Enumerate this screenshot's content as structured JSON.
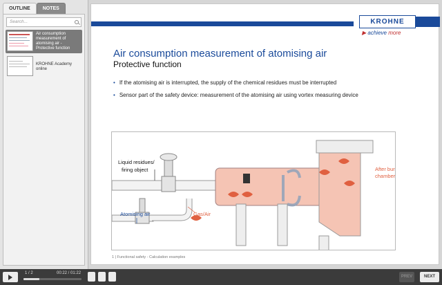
{
  "sidebar": {
    "tabs": [
      {
        "label": "OUTLINE"
      },
      {
        "label": "NOTES"
      }
    ],
    "search_placeholder": "Search...",
    "items": [
      {
        "label": "Air consumption measurement of atomising air - Protective function"
      },
      {
        "label": "KROHNE Academy online"
      }
    ]
  },
  "slide": {
    "logo": "KROHNE",
    "tagline_prefix": "achieve",
    "tagline_suffix": "more",
    "title": "Air consumption measurement of atomising air",
    "subtitle": "Protective function",
    "bullets": [
      "If the atomising air is interrupted, the supply of the chemical residues must be interrupted",
      "Sensor part of the safety device: measurement of the atomising air using vortex measuring device"
    ],
    "diagram": {
      "labels": {
        "liquid_residues": "Liquid residues/",
        "firing_object": "firing object",
        "atomising_air": "Atomising air",
        "gas_air": "Gas/Air",
        "after_burning_1": "After burning",
        "after_burning_2": "chamber"
      },
      "colors": {
        "process": "#e06040",
        "air": "#1a4a9a",
        "chamber": "#f5c4b4"
      }
    },
    "footer": "1  |  Functional safety - Calculation examples"
  },
  "player": {
    "slide_count": "1 / 2",
    "time": "00:22 / 01:22",
    "progress": 0.27,
    "prev_label": "PREV",
    "next_label": "NEXT"
  }
}
